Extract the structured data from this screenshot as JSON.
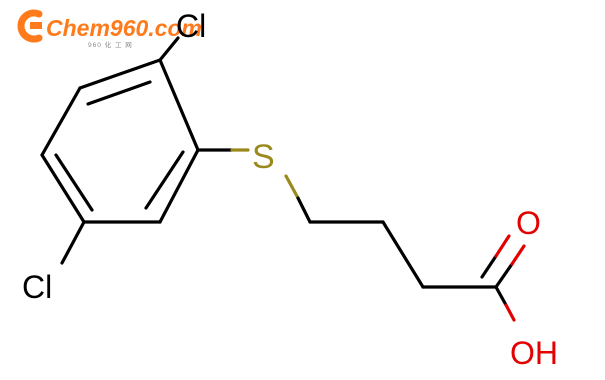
{
  "logo": {
    "text": "Chem960.com",
    "tagline": "960 化 工 网",
    "color": "#ff7a1a"
  },
  "molecule": {
    "atoms": {
      "cl_top": "Cl",
      "cl_bottom": "Cl",
      "sulfur": "S",
      "oxygen_carbonyl": "O",
      "hydroxyl": "OH"
    },
    "colors": {
      "carbon_bond": "#000000",
      "sulfur": "#9a8a1e",
      "oxygen": "#e30000"
    }
  }
}
